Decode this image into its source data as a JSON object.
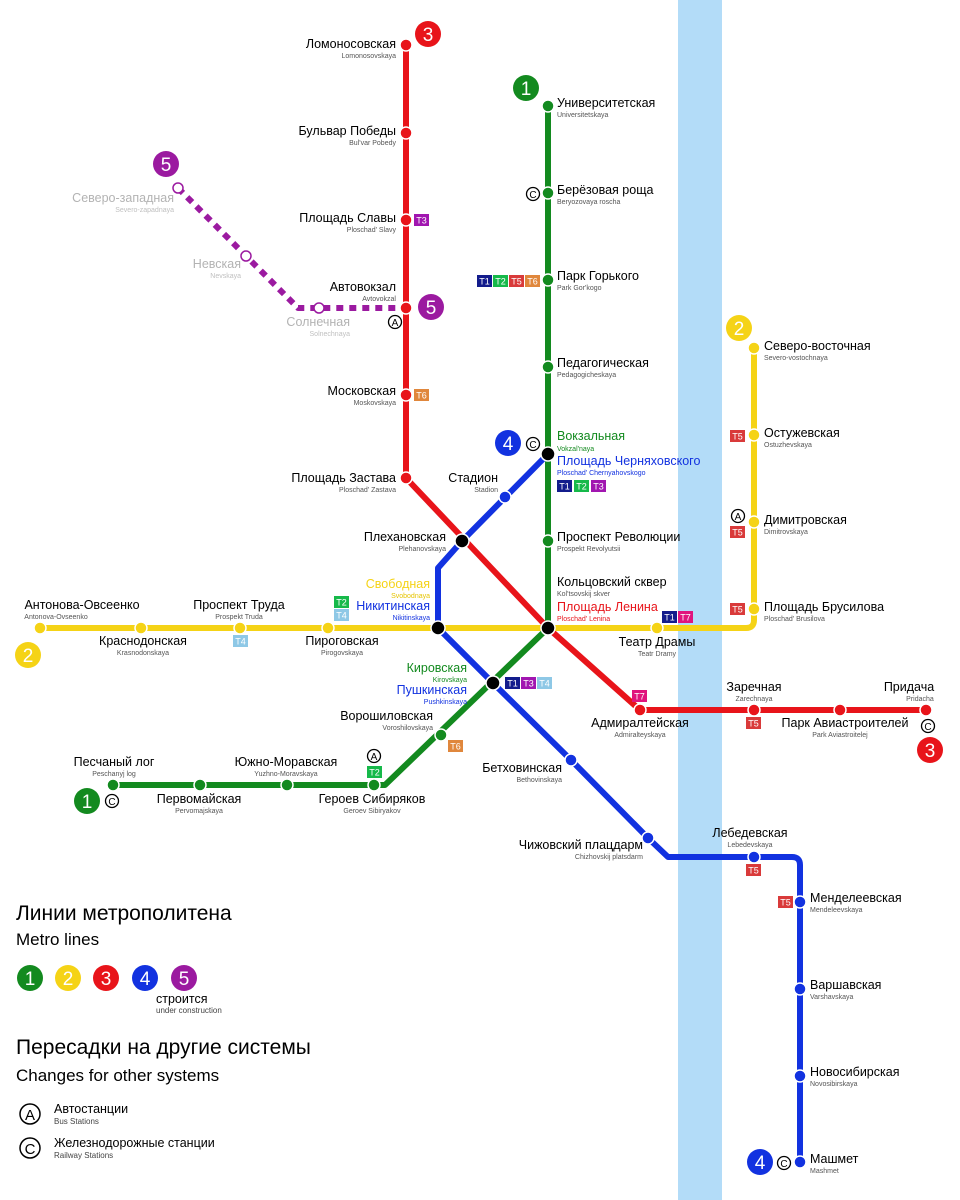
{
  "colors": {
    "line1": "#138a1f",
    "line2": "#f5d316",
    "line3": "#e8141a",
    "line4": "#1232e0",
    "line5": "#9b1aa0",
    "river": "#b3dcf8",
    "T1": "#131c8c",
    "T2": "#16b94a",
    "T3": "#a116b0",
    "T4": "#8ec8e6",
    "T5": "#d93a3a",
    "T6": "#e0873c",
    "T7": "#e0147d"
  },
  "line_numbers": {
    "l1": "1",
    "l2": "2",
    "l3": "3",
    "l4": "4",
    "l5": "5"
  },
  "stations": {
    "lomonosovskaya": {
      "ru": "Ломоносовская",
      "tr": "Lomonosovskaya"
    },
    "bulvar_pobedy": {
      "ru": "Бульвар Победы",
      "tr": "Bul'var Pobedy"
    },
    "ploshchad_slavy": {
      "ru": "Площадь Славы",
      "tr": "Ploschad' Slavy"
    },
    "avtovokzal": {
      "ru": "Автовокзал",
      "tr": "Avtovokzal"
    },
    "moskovskaya": {
      "ru": "Московская",
      "tr": "Moskovskaya"
    },
    "ploshchad_zastava": {
      "ru": "Площадь Застава",
      "tr": "Ploschad' Zastava"
    },
    "plekhanovskaya": {
      "ru": "Плехановская",
      "tr": "Plehanovskaya"
    },
    "stadion": {
      "ru": "Стадион",
      "tr": "Stadion"
    },
    "universitetskaya": {
      "ru": "Университетская",
      "tr": "Universitetskaya"
    },
    "beryozovaya": {
      "ru": "Берёзовая роща",
      "tr": "Beryozovaya roscha"
    },
    "park_gorkogo": {
      "ru": "Парк Горького",
      "tr": "Park Gor'kogo"
    },
    "pedagogicheskaya": {
      "ru": "Педагогическая",
      "tr": "Pedagogicheskaya"
    },
    "vokzalnaya": {
      "ru": "Вокзальная",
      "tr": "Vokzal'naya"
    },
    "chernyakhovskogo": {
      "ru": "Площадь Черняховского",
      "tr": "Ploschad' Chernyahovskogo"
    },
    "prospekt_revolyutsii": {
      "ru": "Проспект Революции",
      "tr": "Prospekt Revolyutsii"
    },
    "koltsovsky": {
      "ru": "Кольцовский сквер",
      "tr": "Kol'tsovskij skver"
    },
    "ploshchad_lenina": {
      "ru": "Площадь Ленина",
      "tr": "Ploschad' Lenina"
    },
    "svobodnaya": {
      "ru": "Свободная",
      "tr": "Svobodnaya"
    },
    "nikitinskaya": {
      "ru": "Никитинская",
      "tr": "Nikitinskaya"
    },
    "severo_zapadnaya": {
      "ru": "Северо-западная",
      "tr": "Severo-zapadnaya"
    },
    "nevskaya": {
      "ru": "Невская",
      "tr": "Nevskaya"
    },
    "solnechnaya": {
      "ru": "Солнечная",
      "tr": "Solnechnaya"
    },
    "severo_vostochnaya": {
      "ru": "Северо-восточная",
      "tr": "Severo-vostochnaya"
    },
    "ostuzhevskaya": {
      "ru": "Остужевская",
      "tr": "Ostuzhevskaya"
    },
    "dimitrovskaya": {
      "ru": "Димитровская",
      "tr": "Dimitrovskaya"
    },
    "brusilova": {
      "ru": "Площадь Брусилова",
      "tr": "Ploschad' Brusilova"
    },
    "teatr_dramy": {
      "ru": "Театр Драмы",
      "tr": "Teatr Dramy"
    },
    "antonova": {
      "ru": "Антонова-Овсеенко",
      "tr": "Antonova-Ovseenko"
    },
    "krasnodonskaya": {
      "ru": "Краснодонская",
      "tr": "Krasnodonskaya"
    },
    "prospekt_truda": {
      "ru": "Проспект Труда",
      "tr": "Prospekt Truda"
    },
    "pirogovskaya": {
      "ru": "Пироговская",
      "tr": "Pirogovskaya"
    },
    "kirovskaya": {
      "ru": "Кировская",
      "tr": "Kirovskaya"
    },
    "pushkinskaya": {
      "ru": "Пушкинская",
      "tr": "Pushkinskaya"
    },
    "voroshilovskaya": {
      "ru": "Ворошиловская",
      "tr": "Voroshilovskaya"
    },
    "zarechnaya": {
      "ru": "Заречная",
      "tr": "Zarechnaya"
    },
    "pridacha": {
      "ru": "Придача",
      "tr": "Pridacha"
    },
    "admiralteyskaya": {
      "ru": "Адмиралтейская",
      "tr": "Admiralteyskaya"
    },
    "park_aviastroiteley": {
      "ru": "Парк Авиастроителей",
      "tr": "Park Aviastroitelej"
    },
    "peschany_log": {
      "ru": "Песчаный лог",
      "tr": "Peschanyj log"
    },
    "yuzhno_moravskaya": {
      "ru": "Южно-Моравская",
      "tr": "Yuzhno-Moravskaya"
    },
    "pervomayskaya": {
      "ru": "Первомайская",
      "tr": "Pervomajskaya"
    },
    "geroev_sibiryakov": {
      "ru": "Героев Сибиряков",
      "tr": "Geroev Sibiryakov"
    },
    "betkhovinskaya": {
      "ru": "Бетховинская",
      "tr": "Bethovinskaya"
    },
    "chizhovsky": {
      "ru": "Чижовский плацдарм",
      "tr": "Chizhovskij platsdarm"
    },
    "lebedevskaya": {
      "ru": "Лебедевская",
      "tr": "Lebedevskaya"
    },
    "mendeleevskaya": {
      "ru": "Менделеевская",
      "tr": "Mendeleevskaya"
    },
    "varshavskaya": {
      "ru": "Варшавская",
      "tr": "Varshavskaya"
    },
    "novosibirskaya": {
      "ru": "Новосибирская",
      "tr": "Novosibirskaya"
    },
    "mashmet": {
      "ru": "Машмет",
      "tr": "Mashmet"
    }
  },
  "badges": {
    "T1": "T1",
    "T2": "T2",
    "T3": "T3",
    "T4": "T4",
    "T5": "T5",
    "T6": "T6",
    "T7": "T7"
  },
  "symbols": {
    "bus": "A",
    "rail": "C"
  },
  "legend": {
    "title_ru": "Линии метрополитена",
    "title_en": "Metro lines",
    "construction_ru": "строится",
    "construction_en": "under construction",
    "changes_ru": "Пересадки на другие системы",
    "changes_en": "Changes for other systems",
    "bus_ru": "Автостанции",
    "bus_en": "Bus Stations",
    "rail_ru": "Железнодорожные станции",
    "rail_en": "Railway Stations"
  }
}
